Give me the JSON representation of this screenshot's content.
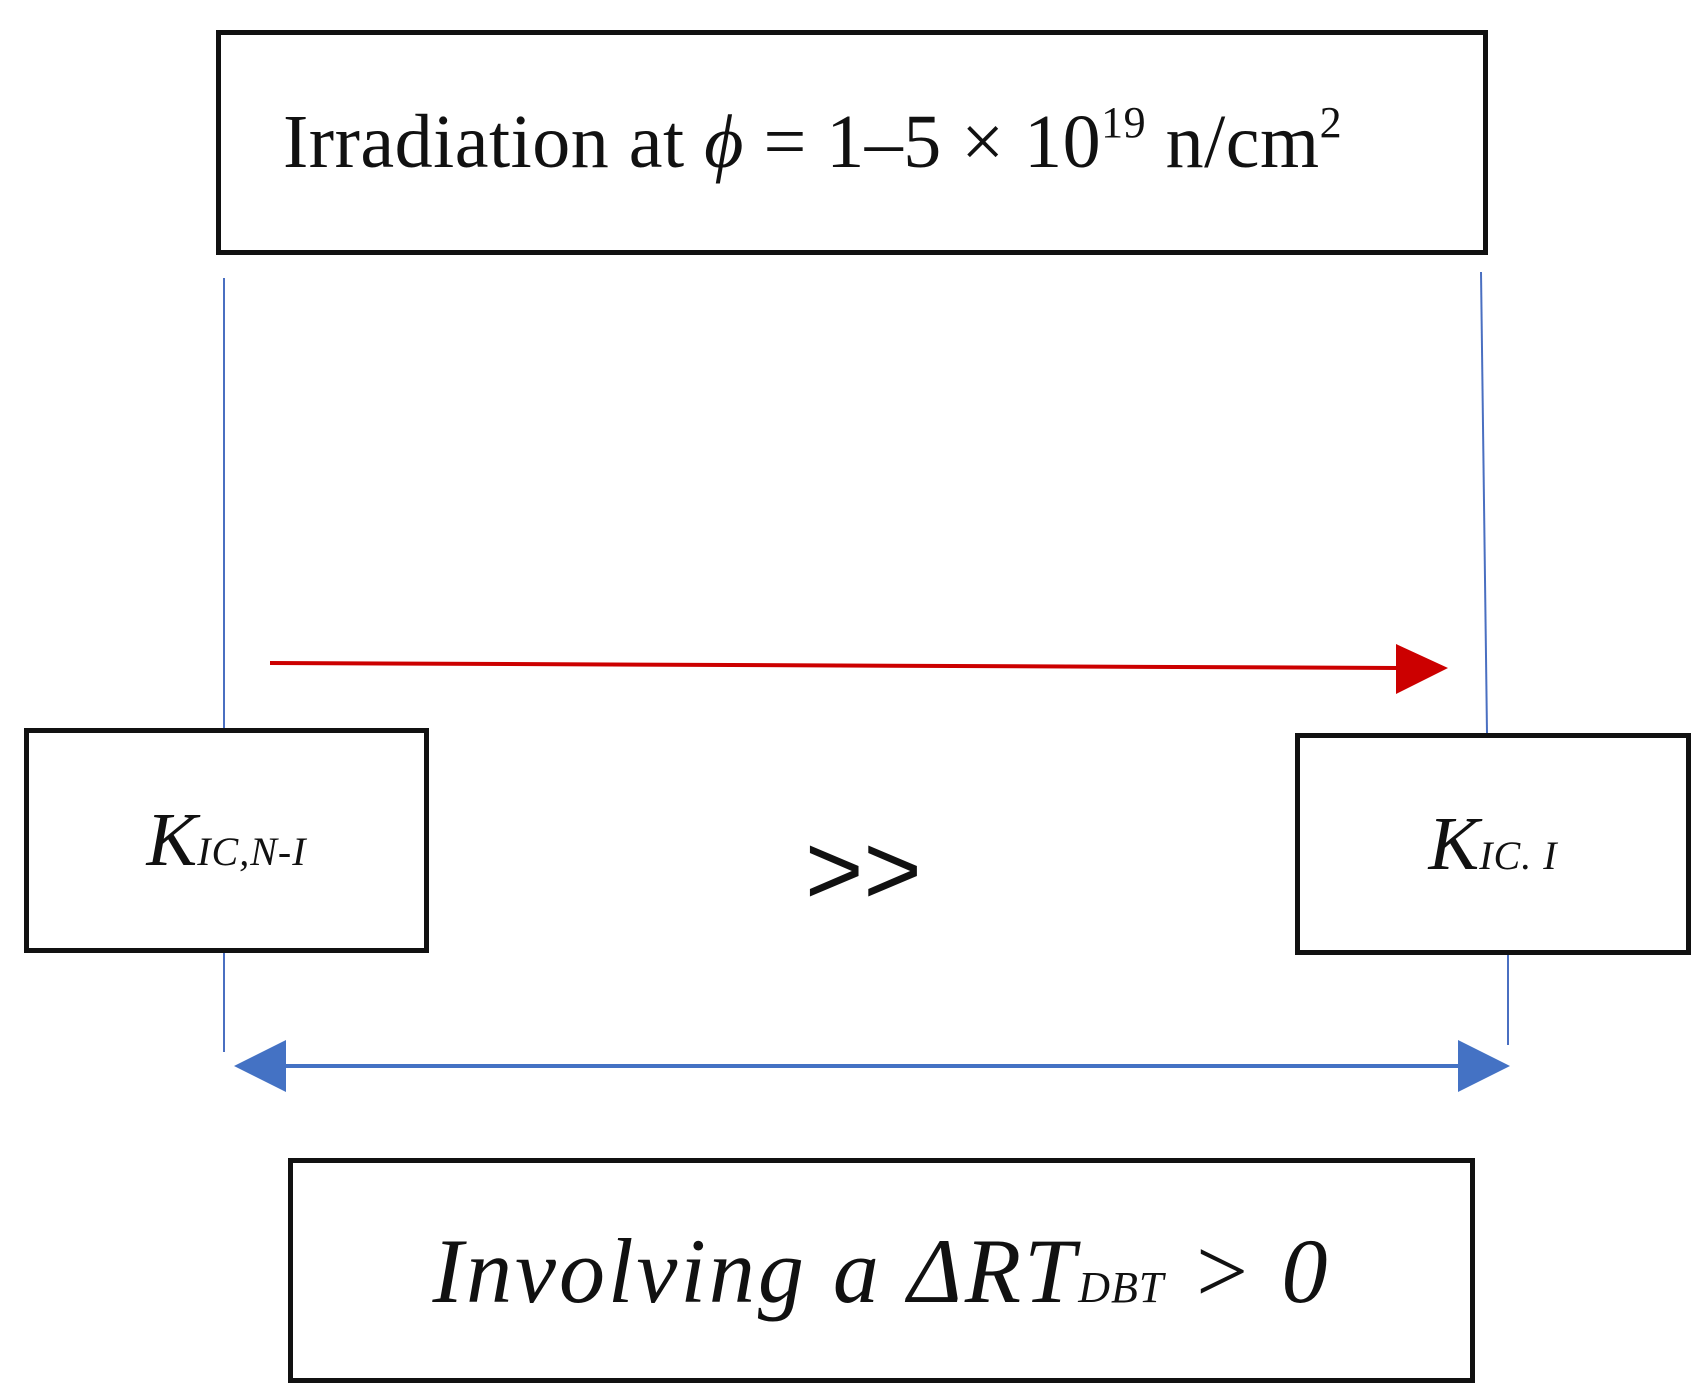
{
  "top_box": {
    "text_prefix": "Irradiation at ",
    "phi_symbol": "ϕ",
    "text_middle": " = 1–5 × 10",
    "exponent": "19",
    "text_unit": " n/cm",
    "unit_exponent": "2"
  },
  "left_box": {
    "symbol": "K",
    "subscript": "IC,N-I"
  },
  "right_box": {
    "symbol": "K",
    "subscript": "IC. I"
  },
  "relation": ">>",
  "bottom_box": {
    "prefix": "Involving a ΔRT",
    "subscript": "DBT",
    "suffix": " > 0"
  },
  "colors": {
    "box_border": "#111111",
    "connector_lines": "#4a6fc1",
    "red_arrow": "#cc0000",
    "blue_arrow": "#4472c4"
  }
}
